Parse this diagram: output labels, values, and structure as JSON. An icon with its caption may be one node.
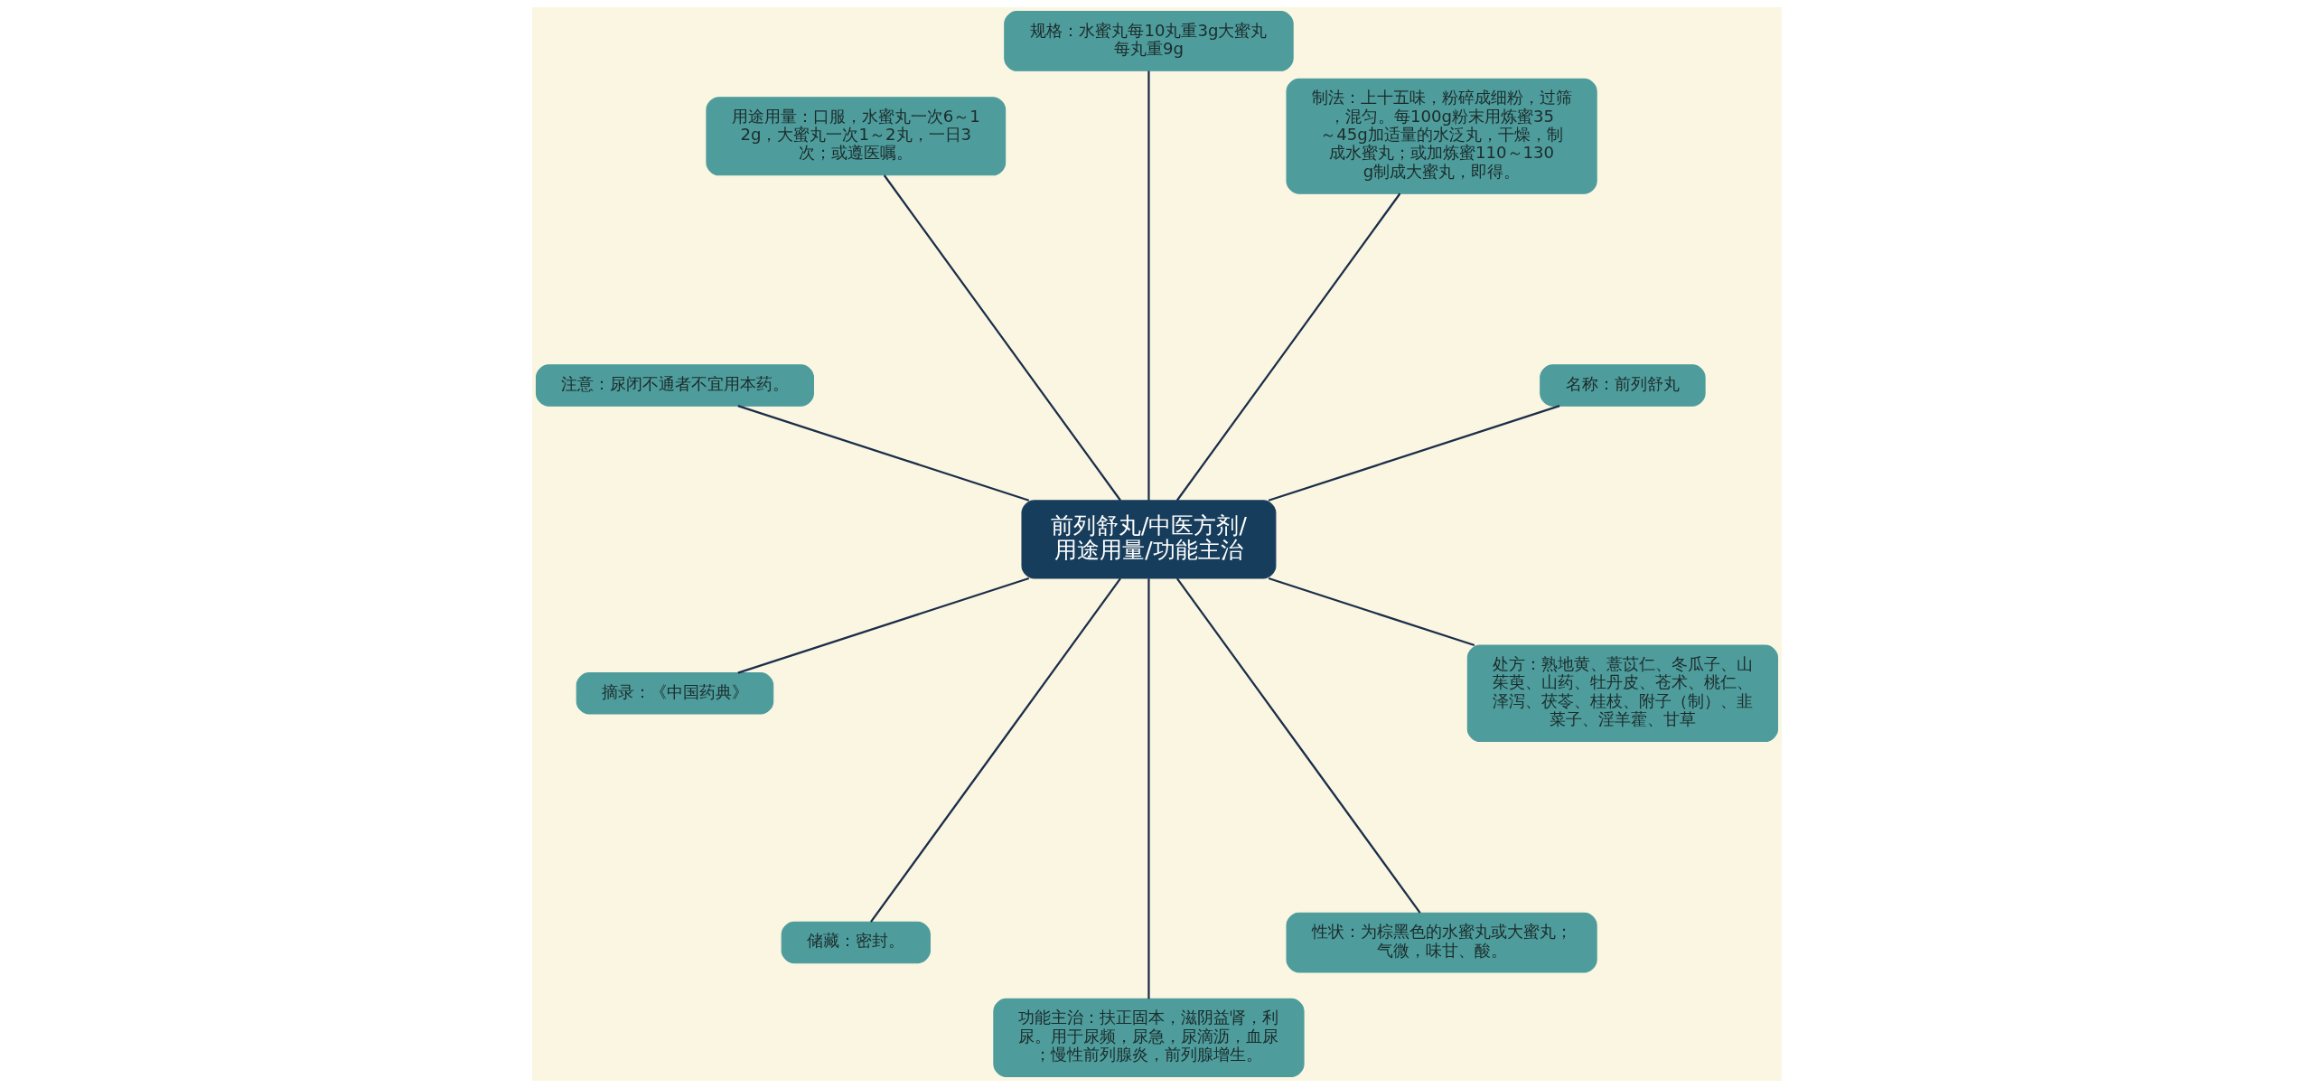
{
  "diagram": {
    "nodes": [
      {
        "text": [
          "前列舒丸/中医方剂/用途用量/功能主治"
        ]
      },
      {
        "text": [
          "名称：前列舒丸"
        ]
      },
      {
        "text": [
          "制法：上十五味，粉碎成细粉，过筛，混匀。每100g粉末用炼蜜35～45g加适量的水泛丸，干燥，制成水蜜丸；或加炼蜜110～130g制成大蜜丸，即得。"
        ]
      },
      {
        "text": [
          "规格：水蜜丸每10丸重3g大蜜丸每丸重9g"
        ]
      },
      {
        "text": [
          "用途用量：口服，水蜜丸一次6～12g，大蜜丸一次1～2丸，一日3次；或遵医嘱。"
        ]
      },
      {
        "text": [
          "注意：尿闭不通者不宜用本药。"
        ]
      },
      {
        "text": [
          "摘录：《中国药典》"
        ]
      },
      {
        "text": [
          "储藏：密封。"
        ]
      },
      {
        "text": [
          "功能主治：扶正固本，滋阴益肾，利尿。用于尿频，尿急，尿滴沥，血尿；慢性前列腺炎，前列腺增生。"
        ]
      },
      {
        "text": [
          "性状：为棕黑色的水蜜丸或大蜜丸；气微，味甘、酸。"
        ]
      },
      {
        "text": [
          "处方：熟地黄、薏苡仁、冬瓜子、山茱萸、山药、牡丹皮、苍术、桃仁、泽泻、茯苓、桂枝、附子（制）、韭菜子、淫羊藿、甘草"
        ]
      }
    ],
    "edges": [
      {
        "from": 0,
        "to": 1,
        "arrow": "none"
      },
      {
        "from": 0,
        "to": 2,
        "arrow": "none"
      },
      {
        "from": 0,
        "to": 3,
        "arrow": "none"
      },
      {
        "from": 0,
        "to": 4,
        "arrow": "none"
      },
      {
        "from": 0,
        "to": 5,
        "arrow": "none"
      },
      {
        "from": 0,
        "to": 6,
        "arrow": "none"
      },
      {
        "from": 0,
        "to": 7,
        "arrow": "none"
      },
      {
        "from": 0,
        "to": 8,
        "arrow": "none"
      },
      {
        "from": 0,
        "to": 9,
        "arrow": "none"
      },
      {
        "from": 0,
        "to": 10,
        "arrow": "none"
      }
    ]
  }
}
